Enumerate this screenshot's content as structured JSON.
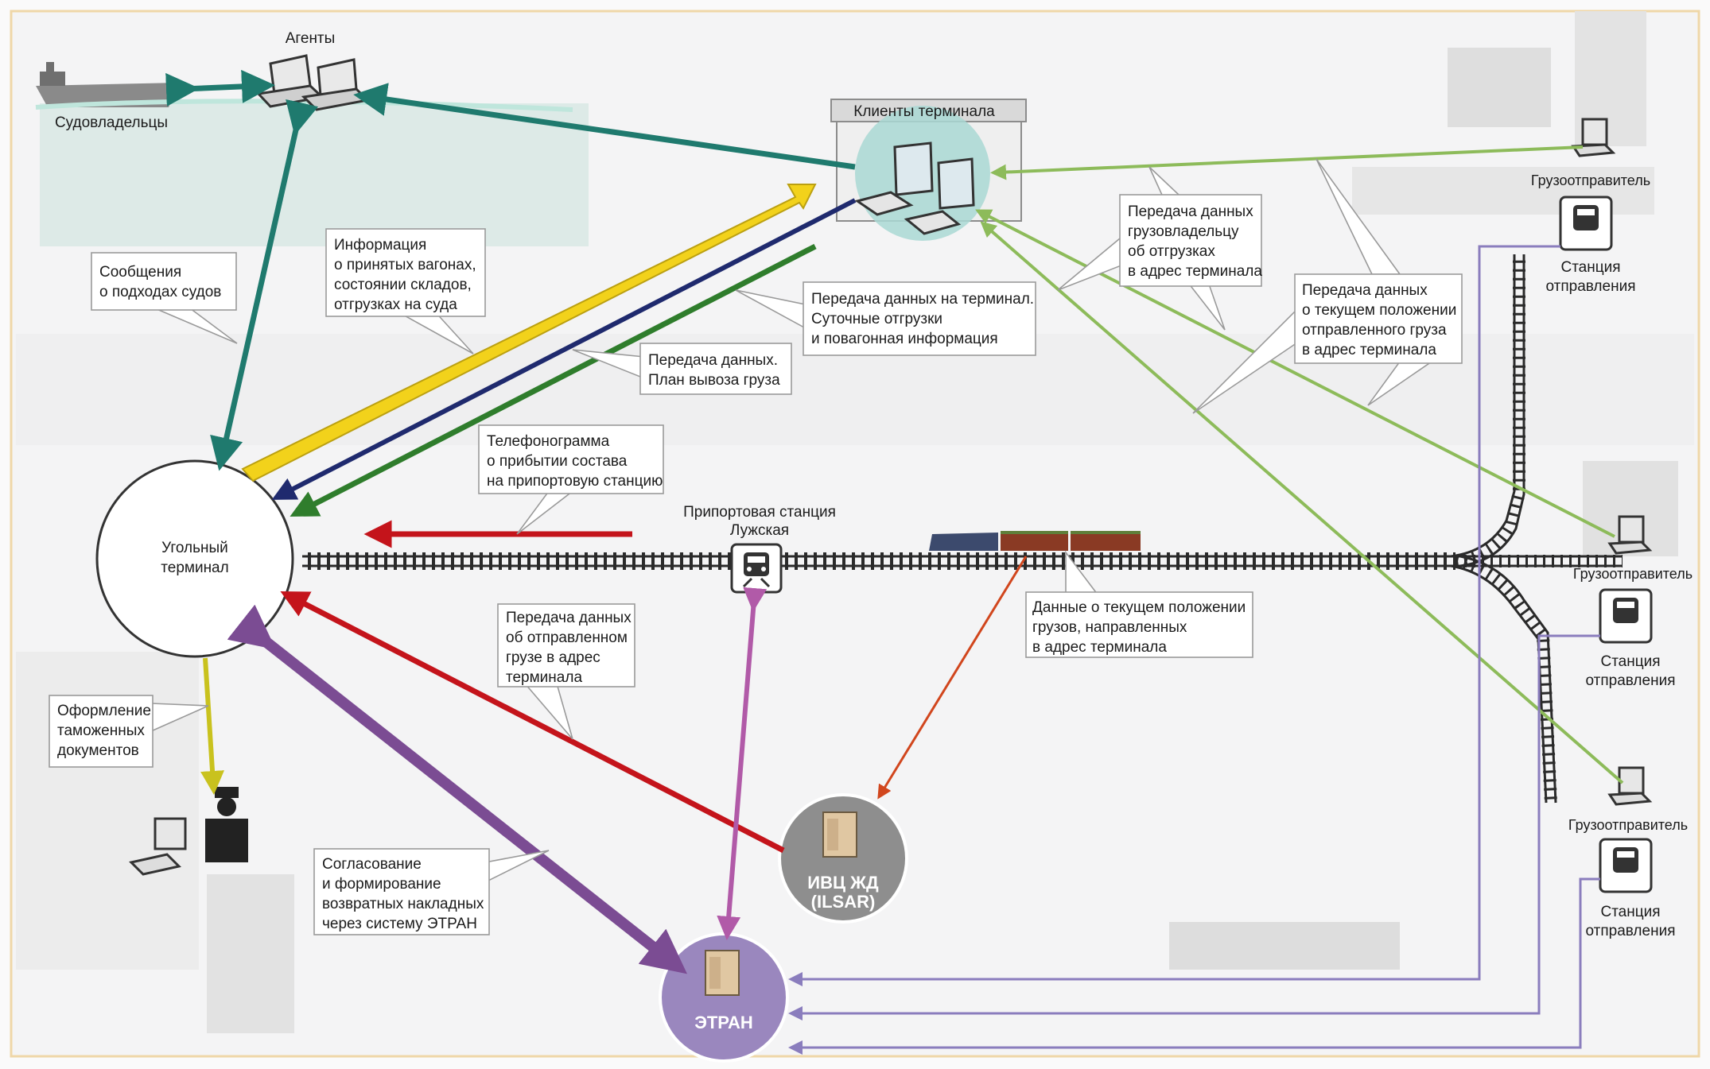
{
  "diagram": {
    "nodes": {
      "shipowners": "Судовладельцы",
      "agents": "Агенты",
      "clients": "Клиенты терминала",
      "terminal": [
        "Угольный",
        "терминал"
      ],
      "port_station": [
        "Припортовая станция",
        "Лужская"
      ],
      "shipper_1": "Грузоотправитель",
      "station_1": [
        "Станция",
        "отправления"
      ],
      "shipper_2": "Грузоотправитель",
      "station_2": [
        "Станция",
        "отправления"
      ],
      "shipper_3": "Грузоотправитель",
      "station_3": [
        "Станция",
        "отправления"
      ],
      "ivc": [
        "ИВЦ ЖД",
        "(ILSAR)"
      ],
      "etran": "ЭТРАН"
    },
    "callouts": {
      "ship_approach": [
        "Сообщения",
        "о подходах судов"
      ],
      "info_wagons": [
        "Информация",
        "о принятых вагонах,",
        "состоянии складов,",
        "отгрузках на суда"
      ],
      "data_to_terminal": [
        "Передача данных на терминал.",
        "Суточные отгрузки",
        "и повагонная информация"
      ],
      "export_plan": [
        "Передача данных.",
        "План вывоза груза"
      ],
      "to_cargo_owner": [
        "Передача данных",
        "грузовладельцу",
        "об отгрузках",
        "в адрес терминала"
      ],
      "position_shipped": [
        "Передача данных",
        "о текущем положении",
        "отправленного груза",
        "в адрес терминала"
      ],
      "telephonogram": [
        "Телефонограмма",
        "о прибытии состава",
        "на припортовую станцию"
      ],
      "current_position": [
        "Данные о текущем положении",
        "грузов, направленных",
        "в адрес терминала"
      ],
      "shipped_cargo": [
        "Передача данных",
        "об отправленном",
        "грузе в адрес",
        "терминала"
      ],
      "customs": [
        "Оформление",
        "таможенных",
        "документов"
      ],
      "return_waybills": [
        "Согласование",
        "и формирование",
        "возвратных накладных",
        "через систему ЭТРАН"
      ]
    },
    "colors": {
      "teal": "#1f7a6e",
      "yellow": "#f2d21b",
      "navy": "#1f2a6e",
      "green": "#2f7d2c",
      "lightgreen": "#8dbb5a",
      "red": "#c4141b",
      "purple": "#7b4c93",
      "magenta": "#b15aa8",
      "olive": "#c9c21e",
      "orange": "#d1461d",
      "lavender": "#8a7dbd"
    }
  }
}
